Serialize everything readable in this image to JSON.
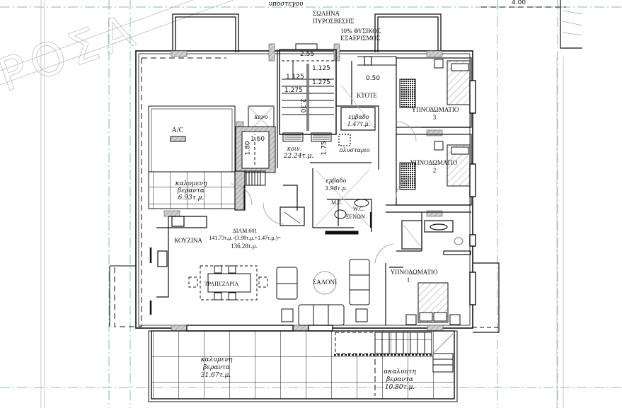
{
  "watermark": "ΡΟΣΑ",
  "annotations": {
    "top_label": "υποστεγου",
    "fire_hose": [
      "ΣΩΛΗΝΑ",
      "ΠΥΡΟΣΒΕΣΗΣ"
    ],
    "ventilation": [
      "10% ΦΥΣΙΚΟΣ",
      "ΕΞΑΕΡΙΣΜΟΣ"
    ],
    "top_right_dimension": "4.00"
  },
  "dimensions": {
    "stair_width": "2.55",
    "stair_flight_a": "1.125",
    "stair_flight_b": "1.125",
    "stair_run_a": "1.275",
    "stair_run_b": "1.275",
    "stair_height": "2.30",
    "lift_width": "1.60",
    "lift_depth": "1.80",
    "corridor_dim": "1.75",
    "ktote_dim": "0.50"
  },
  "rooms": {
    "ac": {
      "label": "A/C"
    },
    "void": {
      "label": "κενο"
    },
    "covered_veranda_small": {
      "label": [
        "καλυμενη",
        "βεραντα",
        "6.93τ.μ."
      ]
    },
    "common": {
      "label": [
        "κοιν.",
        "22.24τ.μ."
      ]
    },
    "entrance_a": {
      "label": [
        "εμβαδο",
        "1.47τ.μ."
      ]
    },
    "entrance_b": {
      "label": [
        "εμβαδο",
        "3.98τ.μ."
      ]
    },
    "laundry": {
      "label": "πλυσταριο"
    },
    "ktote": {
      "label": "ΚΤΟΤΕ"
    },
    "mech": {
      "label": "Μ.Ε."
    },
    "guest_wc": {
      "label": [
        "W.C.",
        "ΞΕΝΩΝ"
      ]
    },
    "apartment": {
      "label": [
        "ΔΙΑΜ.601",
        "141.73τ.μ.-(3.98τ.μ.+1.47τ.μ.)=",
        "136.28τ.μ."
      ]
    },
    "kitchen": {
      "label": "ΚΟΥΖΙΝΑ"
    },
    "dining": {
      "label": "ΤΡΑΠΕΖΑΡΙΑ"
    },
    "living": {
      "label": "ΣΑΛΟΝΙ"
    },
    "bedroom1": {
      "label": [
        "ΥΠΝΟΔΩΜΑΤΙΟ",
        "1"
      ]
    },
    "bedroom2": {
      "label": [
        "ΥΠΝΟΔΩΜΑΤΙΟ",
        "2"
      ]
    },
    "bedroom3": {
      "label": [
        "ΥΠΝΟΔΩΜΑΤΙΟ",
        "3"
      ]
    },
    "covered_veranda_large": {
      "label": [
        "καλυμενη",
        "βεραντα",
        "31.67τ.μ."
      ]
    },
    "open_veranda": {
      "label": [
        "ακαλυπτη",
        "βεραντα",
        "10.80τ.μ."
      ]
    }
  },
  "colors": {
    "line": "#111111",
    "hatch": "#9a9a9a",
    "wall_fill": "#c8c8c8",
    "axis_line": "#8fb4bd",
    "watermark": "#b8b8b8"
  }
}
